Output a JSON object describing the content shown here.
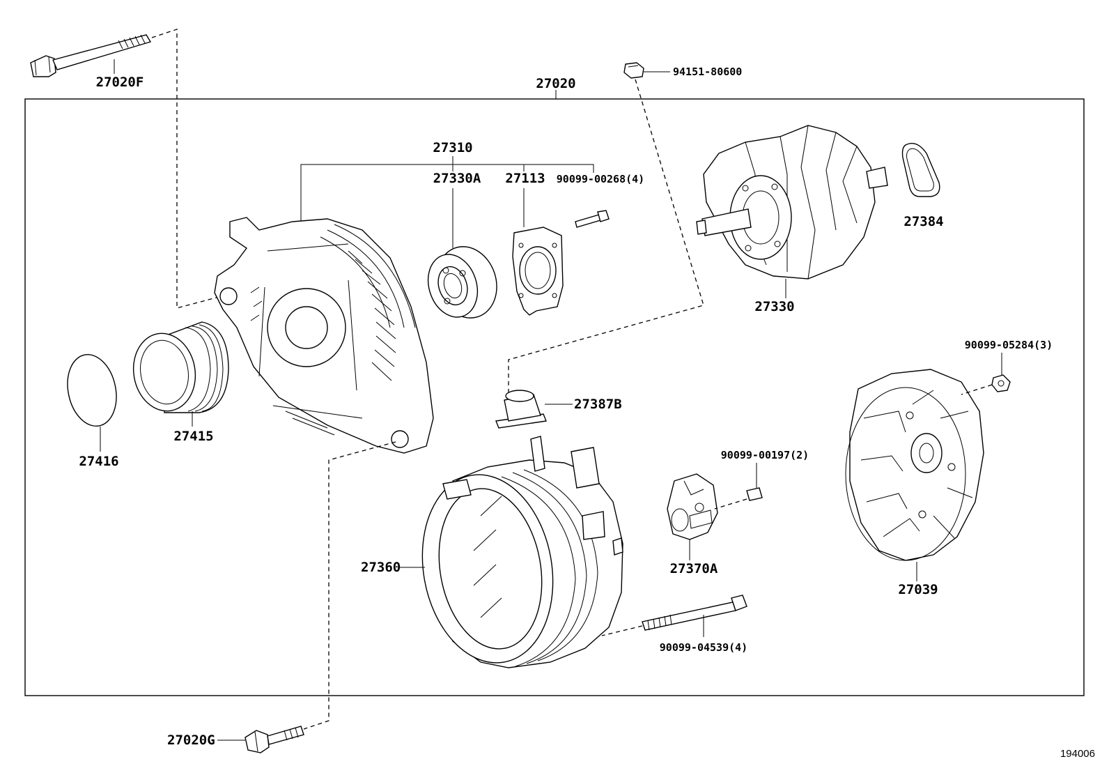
{
  "figure_id": "194006",
  "parts": {
    "p27020": "27020",
    "p27020F": "27020F",
    "p27020G": "27020G",
    "p94151": "94151-80600",
    "p27310": "27310",
    "p27330A": "27330A",
    "p27113": "27113",
    "p90099_00268": "90099-00268(4)",
    "p27330": "27330",
    "p27384": "27384",
    "p27416": "27416",
    "p27415": "27415",
    "p27387B": "27387B",
    "p90099_05284": "90099-05284(3)",
    "p90099_00197": "90099-00197(2)",
    "p27360": "27360",
    "p27370A": "27370A",
    "p27039": "27039",
    "p90099_04539": "90099-04539(4)"
  }
}
